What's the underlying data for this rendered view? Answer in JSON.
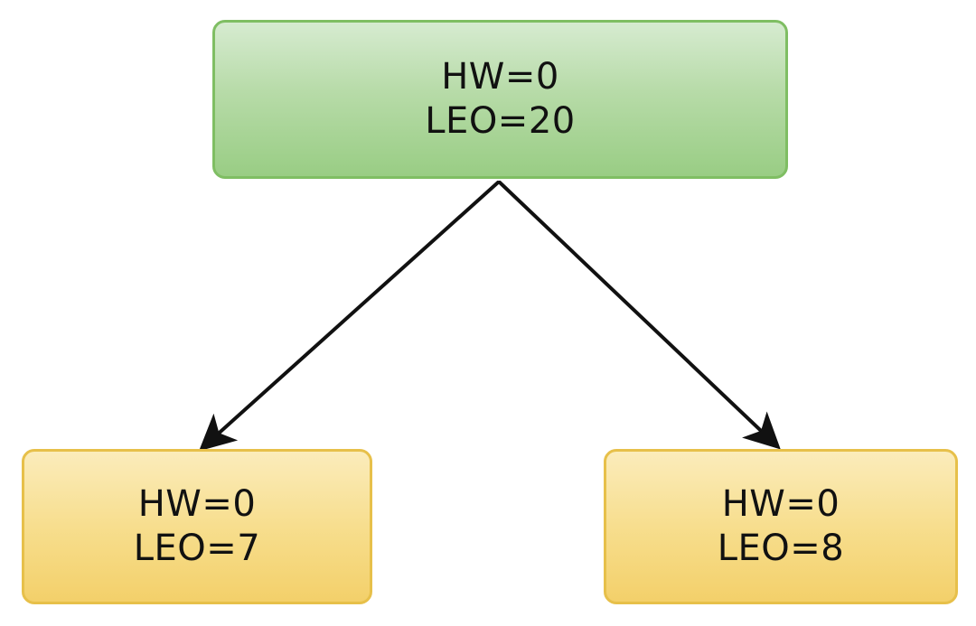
{
  "diagram": {
    "leader": {
      "hw": "HW=0",
      "leo": "LEO=20",
      "fill_color": "#a9d697",
      "border_color": "#7fbe63"
    },
    "followers": [
      {
        "hw": "HW=0",
        "leo": "LEO=7"
      },
      {
        "hw": "HW=0",
        "leo": "LEO=8"
      }
    ],
    "follower_fill_color": "#f6d97f",
    "follower_border_color": "#e7c04a",
    "edges": [
      {
        "from": "leader",
        "to": "follower-1"
      },
      {
        "from": "leader",
        "to": "follower-2"
      }
    ],
    "edge_color": "#111111"
  }
}
